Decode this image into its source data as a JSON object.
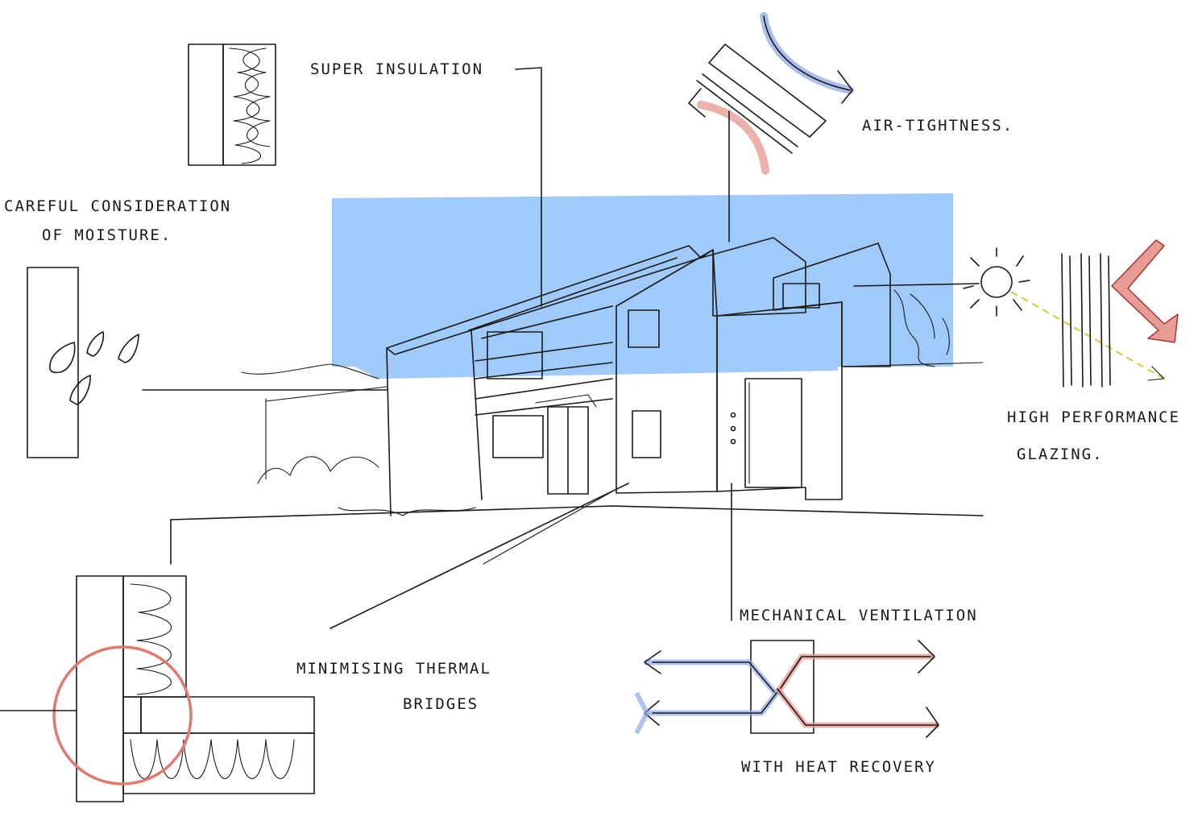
{
  "labels": {
    "super_insulation": "SUPER INSULATION",
    "air_tightness": "AIR-TIGHTNESS.",
    "moisture_1": "CAREFUL CONSIDERATION",
    "moisture_2": "OF MOISTURE.",
    "glazing_1": "HIGH PERFORMANCE",
    "glazing_2": "GLAZING.",
    "thermal_1": "MINIMISING THERMAL",
    "thermal_2": "BRIDGES",
    "ventilation_1": "MECHANICAL VENTILATION",
    "ventilation_2": "WITH HEAT RECOVERY"
  },
  "colors": {
    "sky": "#9fcaf9",
    "wall_grey": "#a9a9a9",
    "insulation_yellow": "#fbfab8",
    "water": "#b9dcf7",
    "warm_arrow": "#e89c96",
    "cool_arrow": "#8fa9e6",
    "sun": "#fbf6b5",
    "window": "#e6f0fb",
    "highlight_circle": "#e07a6e"
  }
}
